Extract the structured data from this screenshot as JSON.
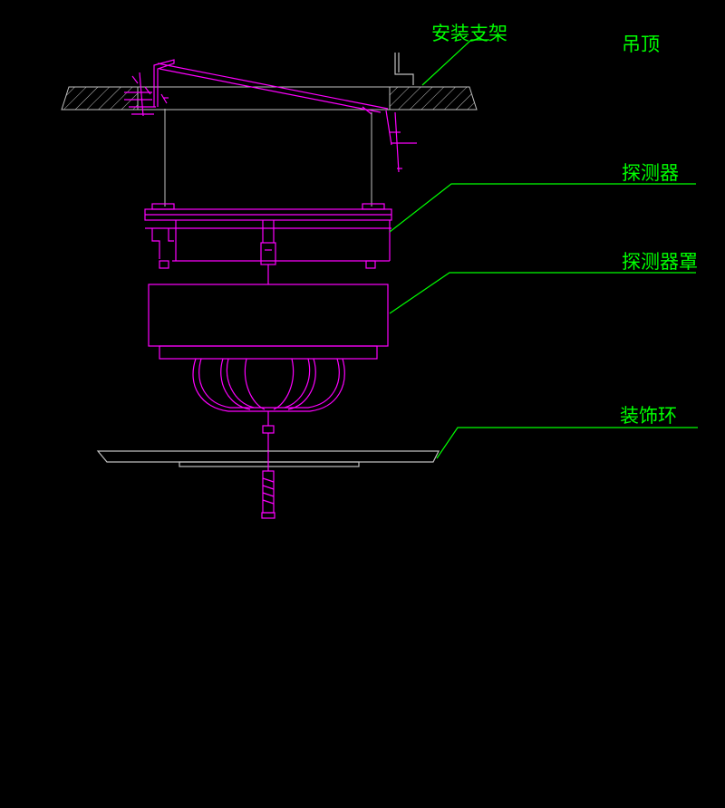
{
  "labels": {
    "ceiling": "吊顶",
    "bracket": "安装支架",
    "detector": "探测器",
    "detector_cover": "探测器罩",
    "decor_ring": "装饰环"
  },
  "colors": {
    "background": "#000000",
    "part_magenta": "#ff00ff",
    "leader_green": "#00ff00",
    "outline_gray": "#c0c0c0",
    "label_green": "#00ff00"
  }
}
